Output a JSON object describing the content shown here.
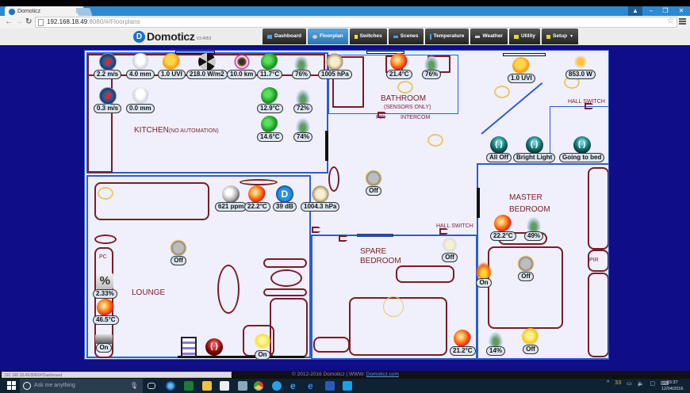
{
  "browser": {
    "tab_title": "Domoticz",
    "url_host": "192.168.18.49",
    "url_rest": ":8080/#/Floorplans",
    "status_url": "192.168.18.49:8080/#Dashboard"
  },
  "app": {
    "logo_text": "Domoticz",
    "logo_version": "V3.4053",
    "nav": [
      {
        "label": "Dashboard",
        "active": false
      },
      {
        "label": "Floorplan",
        "active": true
      },
      {
        "label": "Switches",
        "active": false
      },
      {
        "label": "Scenes",
        "active": false
      },
      {
        "label": "Temperature",
        "active": false
      },
      {
        "label": "Weather",
        "active": false
      },
      {
        "label": "Utility",
        "active": false
      },
      {
        "label": "Setup",
        "active": false
      }
    ]
  },
  "rooms": {
    "kitchen": "KITCHEN",
    "kitchen_note": "(NO AUTOMATION)",
    "bathroom": "BATHROOM",
    "bathroom_note": "(SENSORS ONLY)",
    "pir_1": "PIR",
    "intercom": "INTERCOM",
    "hall_switch_1": "HALL SWITCH",
    "hall_switch_2": "HALL SWITCH",
    "master_1": "MASTER",
    "master_2": "BEDROOM",
    "spare_1": "SPARE",
    "spare_2": "BEDROOM",
    "lounge": "LOUNGE",
    "pc": "PC",
    "pir_2": "PIR"
  },
  "devices": {
    "kitchen_row1": [
      "2.2 m/s",
      "4.0 mm",
      "1.0 UVI",
      "218.0 W/m2",
      "10.0 km",
      "11.7°C",
      "76%",
      "1005 hPa"
    ],
    "kitchen_row2": [
      "0.3 m/s",
      "0.0 mm",
      "12.9°C",
      "72%"
    ],
    "kitchen_row3": [
      "14.6°C",
      "74%"
    ],
    "bathroom": [
      "21.4°C",
      "76%"
    ],
    "hall": [
      "1.0 UVI",
      "853.0 W",
      "Off"
    ],
    "scenes": [
      "All Off",
      "Bright Light",
      "Going to bed"
    ],
    "lounge_sensors": [
      "621 ppm",
      "22.2°C",
      "39 dB",
      "1004.3 hPa"
    ],
    "lounge_light": "Off",
    "lounge_left": [
      "2.33%",
      "46.5°C",
      "On"
    ],
    "lounge_bottom_light": "On",
    "spare_light": "Off",
    "spare_temp": "21.2°C",
    "master": [
      "22.2°C",
      "49%",
      "On",
      "Off",
      "14%",
      "Off"
    ]
  },
  "footer": {
    "copyright": "© 2012-2016 Domoticz | WWW: ",
    "link": "Domoticz.com"
  },
  "taskbar": {
    "search_placeholder": "Ask me anything",
    "tray_badge": "33",
    "time": "15:37",
    "date": "12/04/2016"
  }
}
